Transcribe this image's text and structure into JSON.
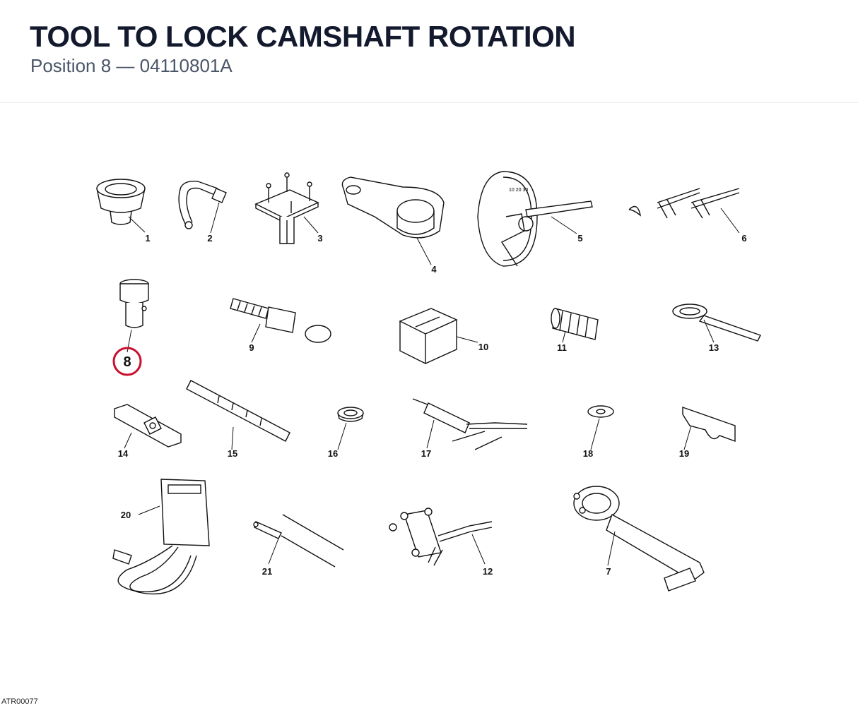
{
  "header": {
    "title": "TOOL TO LOCK CAMSHAFT ROTATION",
    "subtitle": "Position 8 — 04110801A"
  },
  "diagram": {
    "highlighted_position": "8",
    "highlight_color": "#c8102e",
    "callouts": [
      "1",
      "2",
      "3",
      "4",
      "5",
      "6",
      "8",
      "9",
      "10",
      "11",
      "13",
      "14",
      "15",
      "16",
      "17",
      "18",
      "19",
      "20",
      "21",
      "12",
      "7"
    ],
    "drawing_code": "ATR00077"
  }
}
